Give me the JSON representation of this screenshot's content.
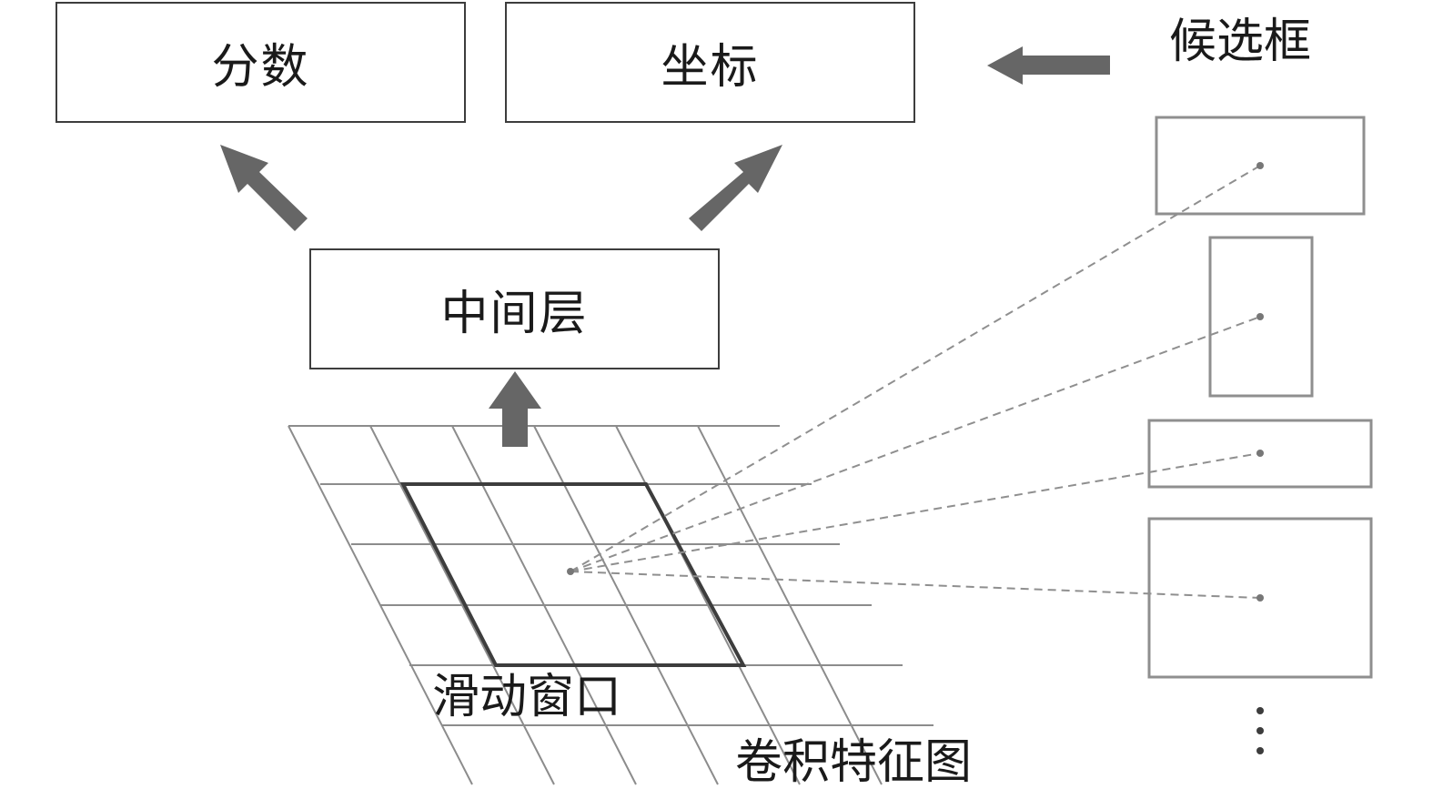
{
  "boxes": {
    "score": "分数",
    "coordinates": "坐标",
    "middle_layer": "中间层"
  },
  "labels": {
    "candidates": "候选框",
    "sliding_window": "滑动窗口",
    "feature_map": "卷积特征图",
    "ellipsis": "⋮"
  },
  "colors": {
    "arrow": "#666666",
    "box_border": "#3d3d3d",
    "grid": "#8c8c8c",
    "window_border": "#3d3d3d",
    "candidate_border": "#8f8f8f",
    "dashed_line": "#8f8f8f"
  }
}
